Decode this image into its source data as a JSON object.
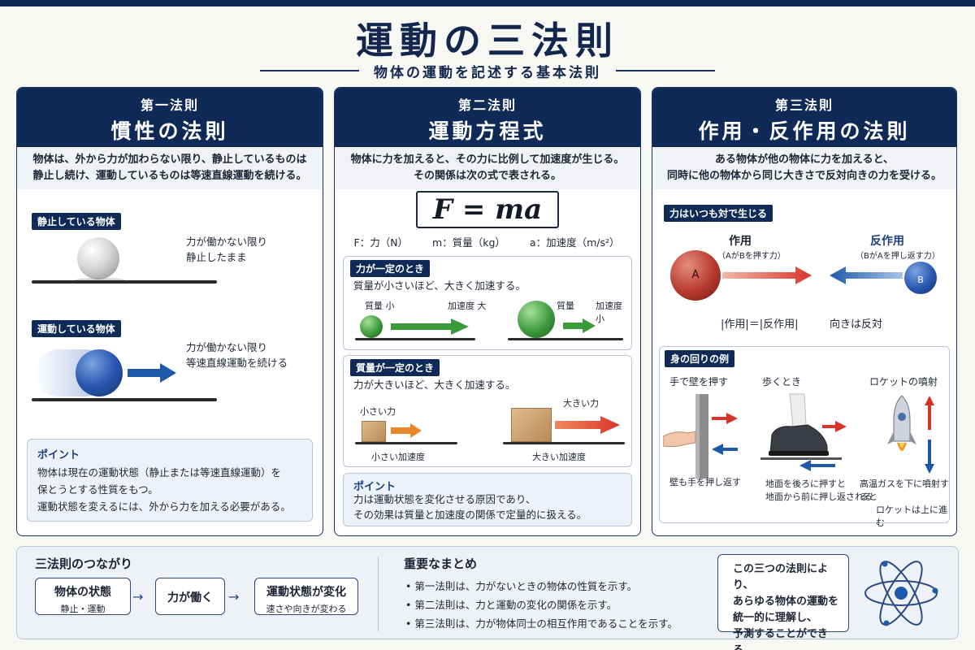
{
  "header": {
    "title": "運動の三法則",
    "subtitle": "物体の運動を記述する基本法則"
  },
  "law1": {
    "number": "第一法則",
    "name": "慣性の法則",
    "desc_line1": "物体は、外から力が加わらない限り、静止しているものは",
    "desc_line2": "静止し続け、運動しているものは等速直線運動を続ける。",
    "rest_tag": "静止している物体",
    "rest_text1": "力が働かない限り",
    "rest_text2": "静止したまま",
    "moving_tag": "運動している物体",
    "moving_text1": "力が働かない限り",
    "moving_text2": "等速直線運動を続ける",
    "point_title": "ポイント",
    "point_line1": "物体は現在の運動状態（静止または等速直線運動）を",
    "point_line2": "保とうとする性質をもつ。",
    "point_line3": "運動状態を変えるには、外から力を加える必要がある。"
  },
  "law2": {
    "number": "第二法則",
    "name": "運動方程式",
    "desc_line1": "物体に力を加えると、その力に比例して加速度が生じる。",
    "desc_line2": "その関係は次の式で表される。",
    "formula": "F = ma",
    "var_f": "F：力（N）",
    "var_m": "m：質量（kg）",
    "var_a": "a：加速度（m/s²）",
    "const_force_tag": "力が一定のとき",
    "const_force_text": "質量が小さいほど、大きく加速する。",
    "small_mass": "質量 小",
    "big_accel": "加速度 大",
    "mass_label": "質量",
    "small_accel": "加速度 小",
    "const_mass_tag": "質量が一定のとき",
    "const_mass_text": "力が大きいほど、大きく加速する。",
    "small_force": "小さい力",
    "big_force": "大きい力",
    "small_acc_label": "小さい加速度",
    "big_acc_label": "大きい加速度",
    "point_title": "ポイント",
    "point_line1": "力は運動状態を変化させる原因であり、",
    "point_line2": "その効果は質量と加速度の関係で定量的に扱える。"
  },
  "law3": {
    "number": "第三法則",
    "name": "作用・反作用の法則",
    "desc_line1": "ある物体が他の物体に力を加えると、",
    "desc_line2": "同時に他の物体から同じ大きさで反対向きの力を受ける。",
    "pair_tag": "力はいつも対で生じる",
    "action": "作用",
    "action_sub": "（AがBを押す力）",
    "reaction": "反作用",
    "reaction_sub": "（BがAを押し返す力）",
    "ball_a": "A",
    "ball_b": "B",
    "equality": "|作用|＝|反作用|",
    "direction": "向きは反対",
    "examples_tag": "身の回りの例",
    "ex1_title": "手で壁を押す",
    "ex1_text": "壁も手を押し返す",
    "ex2_title": "歩くとき",
    "ex2_text1": "地面を後ろに押すと",
    "ex2_text2": "地面から前に押し返される",
    "ex3_title": "ロケットの噴射",
    "ex3_text1": "高温ガスを下に噴射すると",
    "ex3_text2": "ロケットは上に進む"
  },
  "bottom": {
    "connection_title": "三法則のつながり",
    "flow1_main": "物体の状態",
    "flow1_sub": "静止・運動",
    "flow2_main": "力が働く",
    "flow3_main": "運動状態が変化",
    "flow3_sub": "速さや向きが変わる",
    "summary_title": "重要なまとめ",
    "bullet1": "• 第一法則は、力がないときの物体の性質を示す。",
    "bullet2": "• 第二法則は、力と運動の変化の関係を示す。",
    "bullet3": "• 第三法則は、力が物体同士の相互作用であることを示す。",
    "final_line1": "この三つの法則により、",
    "final_line2": "あらゆる物体の運動を",
    "final_line3": "統一的に理解し、",
    "final_line4": "予測することができる。"
  },
  "colors": {
    "navy": "#0f2a57",
    "blue_arrow": "#1e5aa8",
    "green_arrow": "#3a9a3a",
    "red_arrow": "#d8352a",
    "orange_arrow": "#e8862a"
  }
}
